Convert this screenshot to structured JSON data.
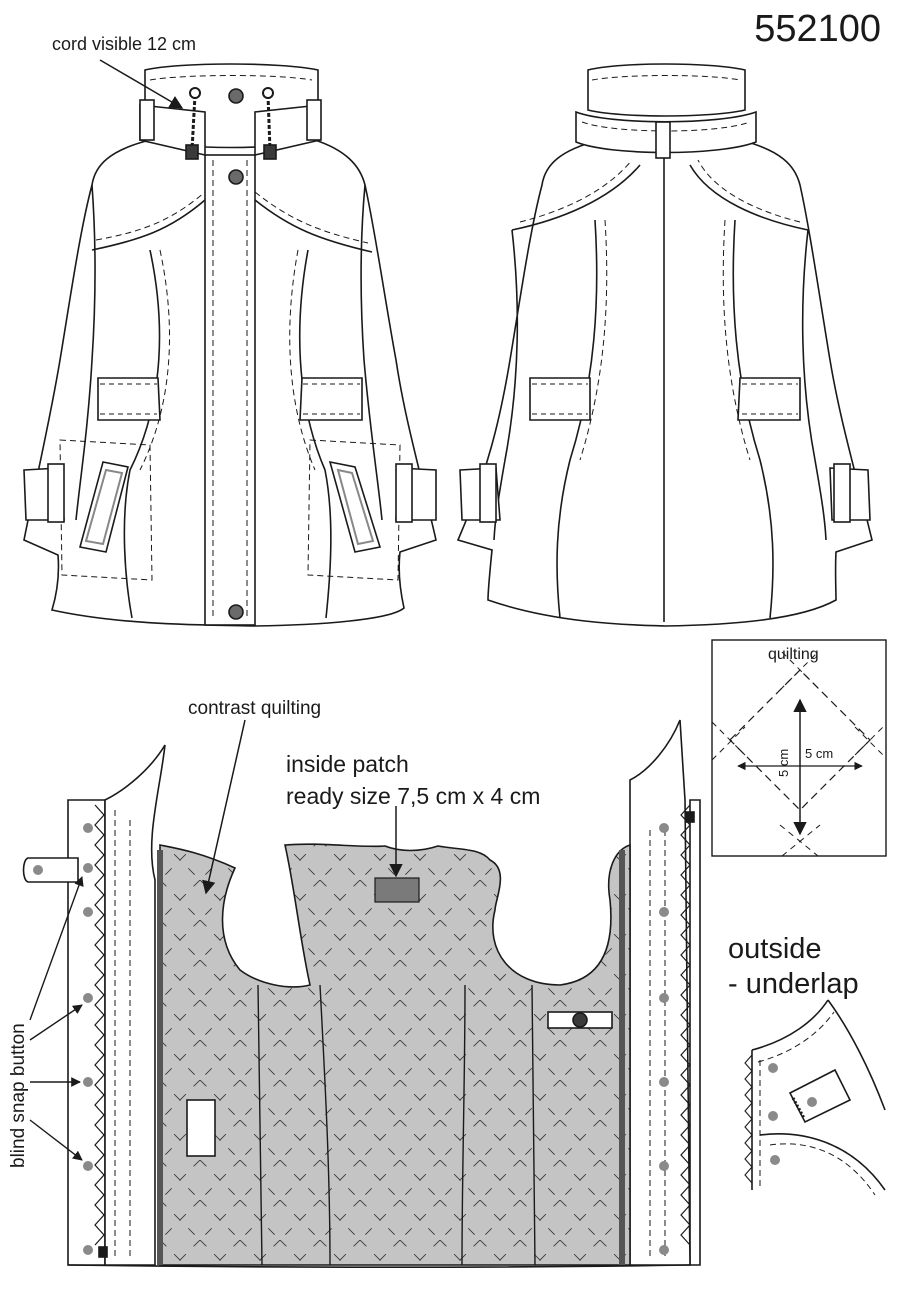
{
  "style_number": "552100",
  "callouts": {
    "cord": "cord visible 12 cm",
    "contrast_quilting": "contrast quilting",
    "inside_patch_line1": "inside patch",
    "inside_patch_line2": "ready size 7,5 cm x 4 cm",
    "outside_line1": "outside",
    "outside_line2": "- underlap",
    "blind_snap": "blind snap button"
  },
  "quilting_detail": {
    "title": "quilting",
    "width_label": "5 cm",
    "height_label": "5 cm"
  },
  "colors": {
    "line": "#1a1a1a",
    "lining": "#c4c4c4",
    "contrast_piping": "#555555",
    "snap": "#8a8a8a",
    "patch": "#7a7a7a"
  }
}
